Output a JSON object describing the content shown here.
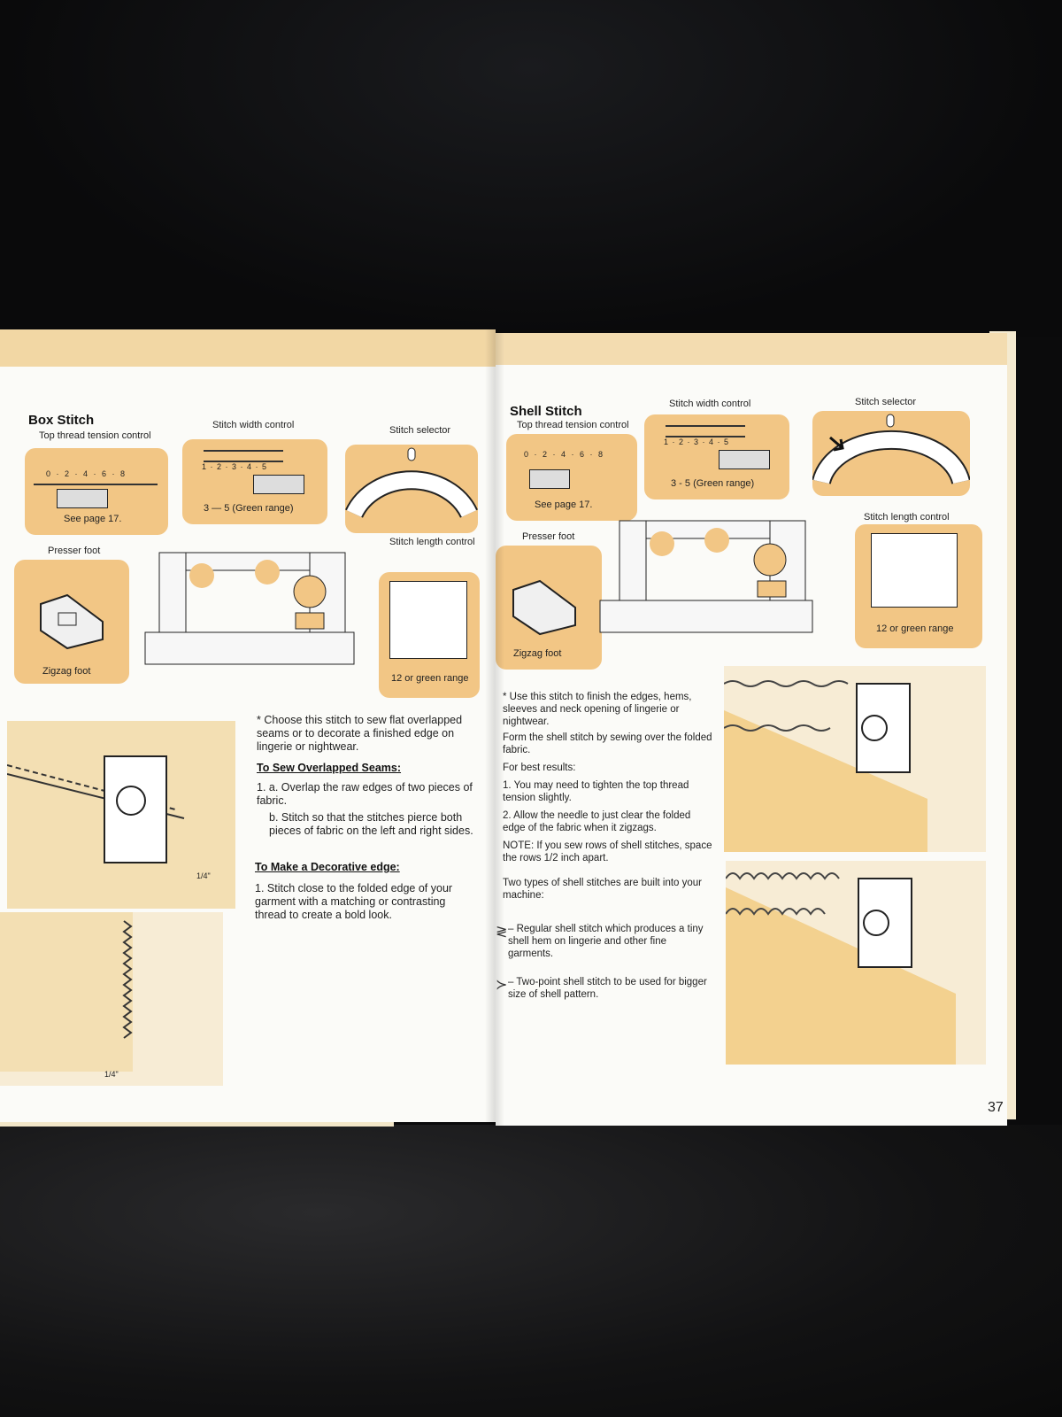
{
  "left_page": {
    "title": "Box Stitch",
    "labels": {
      "top_thread": "Top thread tension control",
      "width": "Stitch width control",
      "selector": "Stitch selector",
      "presser": "Presser foot",
      "length": "Stitch length control",
      "see_page": "See page 17.",
      "green_range": "3 — 5 (Green range)",
      "zigzag": "Zigzag foot",
      "length_range": "12 or green range",
      "tension_scale": "0 · 2 · 4 · 6 · 8",
      "width_scale": "1 · 2 · 3 · 4 · 5",
      "selector_mark": "0"
    },
    "intro": "* Choose this stitch to sew flat overlapped seams or to decorate a finished edge on lingerie or nightwear.",
    "heading1": "To Sew Overlapped Seams:",
    "step1a": "1. a. Overlap the raw edges of two pieces of fabric.",
    "step1b": "b. Stitch so that the stitches pierce both pieces of fabric on the left and right sides.",
    "heading2": "To Make a Decorative edge:",
    "step2": "1. Stitch close to the folded edge of your garment with a matching or contrasting thread to create a bold look.",
    "measure1": "1/4\"",
    "measure2": "1/4\""
  },
  "right_page": {
    "title": "Shell Stitch",
    "labels": {
      "top_thread": "Top thread tension control",
      "width": "Stitch width control",
      "selector": "Stitch selector",
      "presser": "Presser foot",
      "length": "Stitch length control",
      "see_page": "See page 17.",
      "green_range": "3 - 5 (Green range)",
      "zigzag": "Zigzag foot",
      "length_range": "12 or green range",
      "tension_scale": "0 · 2 · 4 · 6 · 8",
      "width_scale": "1 · 2 · 3 · 4 · 5",
      "selector_mark": "0"
    },
    "p1": "* Use this stitch to finish the edges, hems, sleeves and neck opening of lingerie or nightwear.",
    "p2": "Form the shell stitch by sewing over the folded fabric.",
    "p3": "For best results:",
    "p4": "1. You may need to tighten the top thread tension slightly.",
    "p5": "2. Allow the needle to just clear the folded edge of the fabric when it zigzags.",
    "p6": "NOTE: If you sew rows of shell stitches, space the rows 1/2 inch apart.",
    "p7": "Two types of shell stitches are built into your machine:",
    "p8": "– Regular shell stitch which produces a tiny shell hem on lingerie and other fine garments.",
    "p9": "– Two-point shell stitch to be used for bigger size of shell pattern.",
    "page_number": "37"
  },
  "colors": {
    "panel": "#f2c685",
    "header_band": "#f2d7a4",
    "page": "#fbfbf8",
    "background": "#0b0b0c"
  }
}
